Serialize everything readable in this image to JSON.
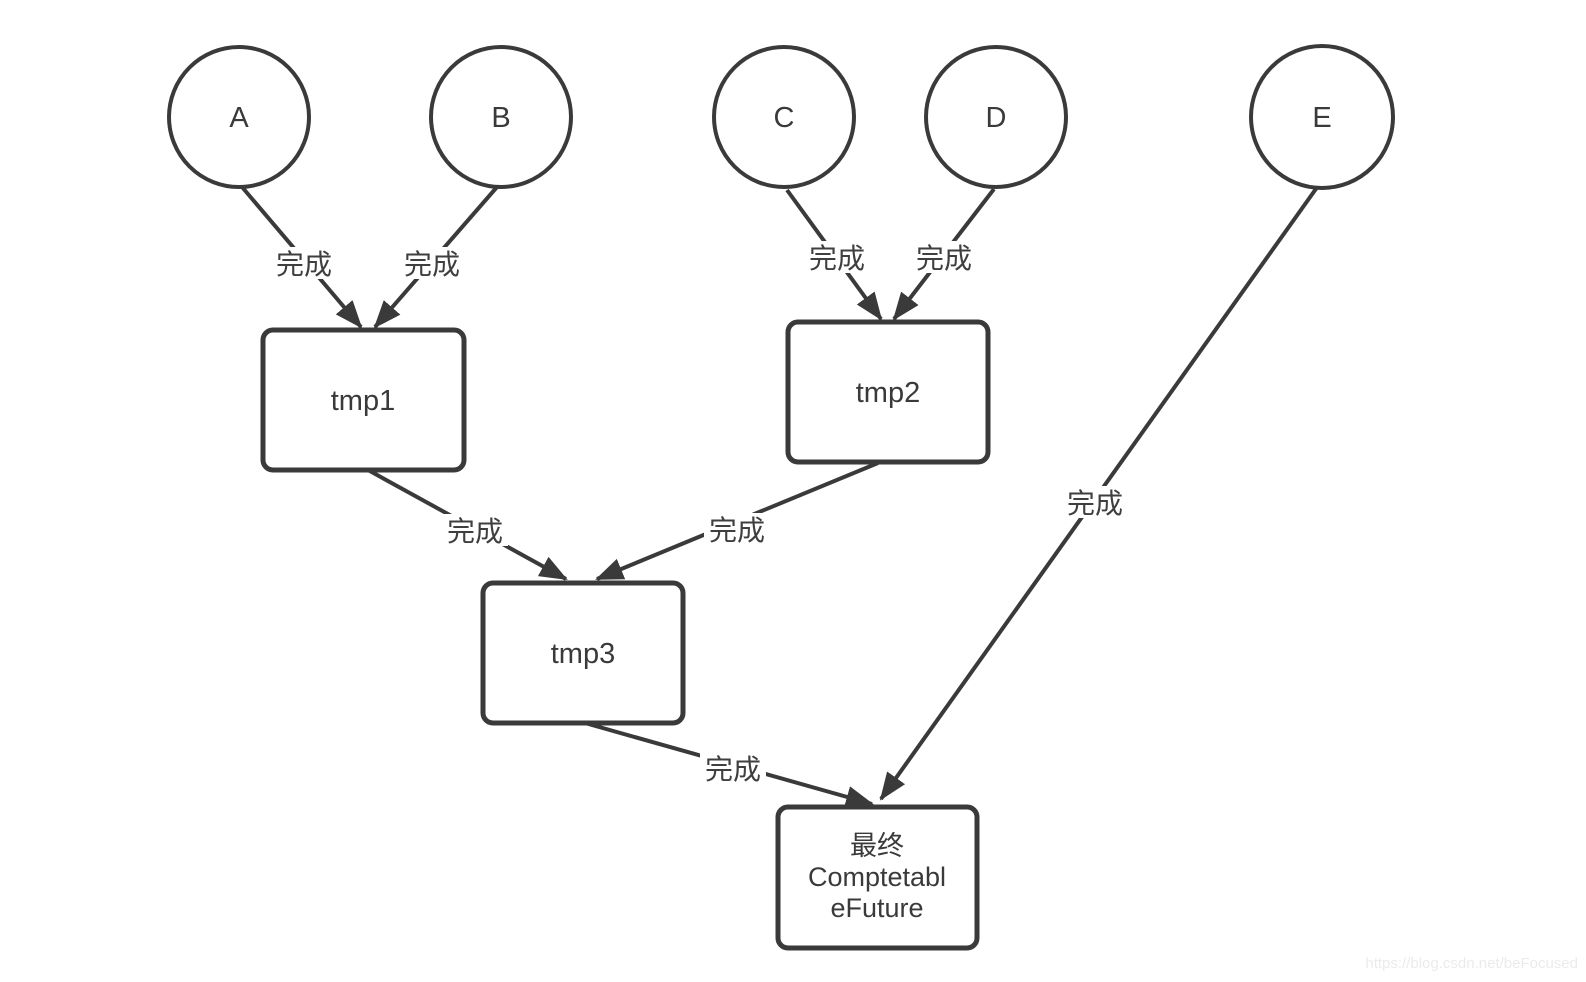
{
  "diagram": {
    "nodes": {
      "a": "A",
      "b": "B",
      "c": "C",
      "d": "D",
      "e": "E",
      "tmp1": "tmp1",
      "tmp2": "tmp2",
      "tmp3": "tmp3",
      "final": {
        "line1": "最终",
        "line2": "Comptetabl",
        "line3": "eFuture"
      }
    },
    "edges": {
      "a_tmp1": "完成",
      "b_tmp1": "完成",
      "c_tmp2": "完成",
      "d_tmp2": "完成",
      "tmp1_tmp3": "完成",
      "tmp2_tmp3": "完成",
      "tmp3_final": "完成",
      "e_final": "完成"
    },
    "colors": {
      "stroke": "#3a3a3a",
      "text": "#3f3f3f",
      "watermark": "#ebebeb",
      "background": "#ffffff"
    }
  },
  "watermark": "https://blog.csdn.net/beFocused"
}
